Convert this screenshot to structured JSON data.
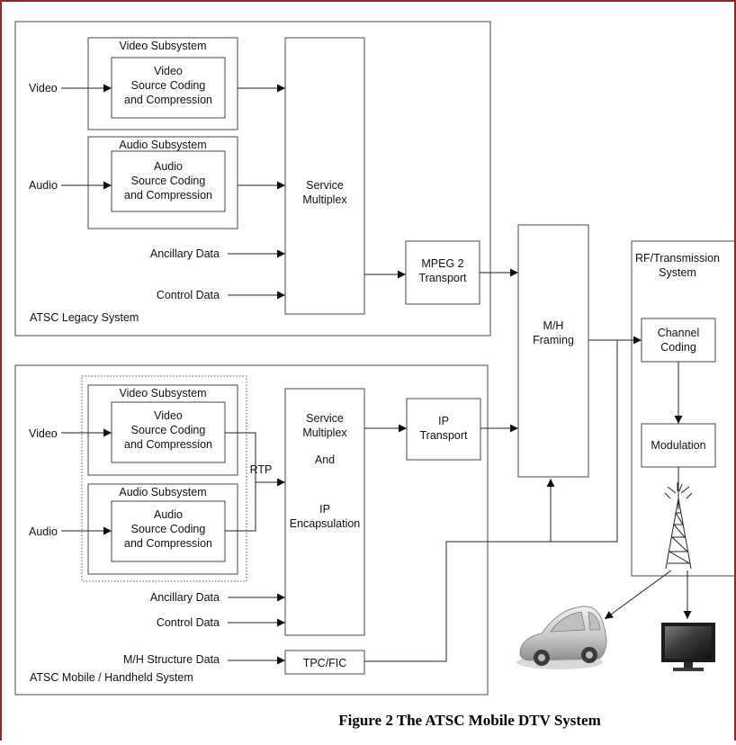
{
  "page_border_color": "#8b2a2a",
  "caption": "Figure 2 The ATSC Mobile DTV System",
  "legacy": {
    "label": "ATSC Legacy System",
    "video_subsystem": "Video Subsystem",
    "video_coding": [
      "Video",
      "Source Coding",
      "and Compression"
    ],
    "audio_subsystem": "Audio Subsystem",
    "audio_coding": [
      "Audio",
      "Source Coding",
      "and Compression"
    ],
    "service_multiplex": [
      "Service",
      "Multiplex"
    ],
    "mpeg2_transport": [
      "MPEG 2",
      "Transport"
    ],
    "inputs": {
      "video": "Video",
      "audio": "Audio",
      "ancillary": "Ancillary Data",
      "control": "Control Data"
    }
  },
  "mobile": {
    "label": "ATSC Mobile / Handheld  System",
    "video_subsystem": "Video Subsystem",
    "video_coding": [
      "Video",
      "Source Coding",
      "and Compression"
    ],
    "audio_subsystem": "Audio Subsystem",
    "audio_coding": [
      "Audio",
      "Source Coding",
      "and Compression"
    ],
    "rtp": "RTP",
    "service_multiplex": [
      "Service",
      "Multiplex",
      "And",
      "IP",
      "Encapsulation"
    ],
    "ip_transport": [
      "IP",
      "Transport"
    ],
    "tpc_fic": "TPC/FIC",
    "inputs": {
      "video": "Video",
      "audio": "Audio",
      "ancillary": "Ancillary Data",
      "control": "Control Data",
      "structure": "M/H Structure Data"
    }
  },
  "mh_framing": [
    "M/H",
    "Framing"
  ],
  "rf": {
    "title": [
      "RF/Transmission",
      "System"
    ],
    "channel_coding": [
      "Channel",
      "Coding"
    ],
    "modulation": "Modulation"
  },
  "icons": [
    "transmission-tower-icon",
    "car-icon",
    "tv-icon"
  ]
}
